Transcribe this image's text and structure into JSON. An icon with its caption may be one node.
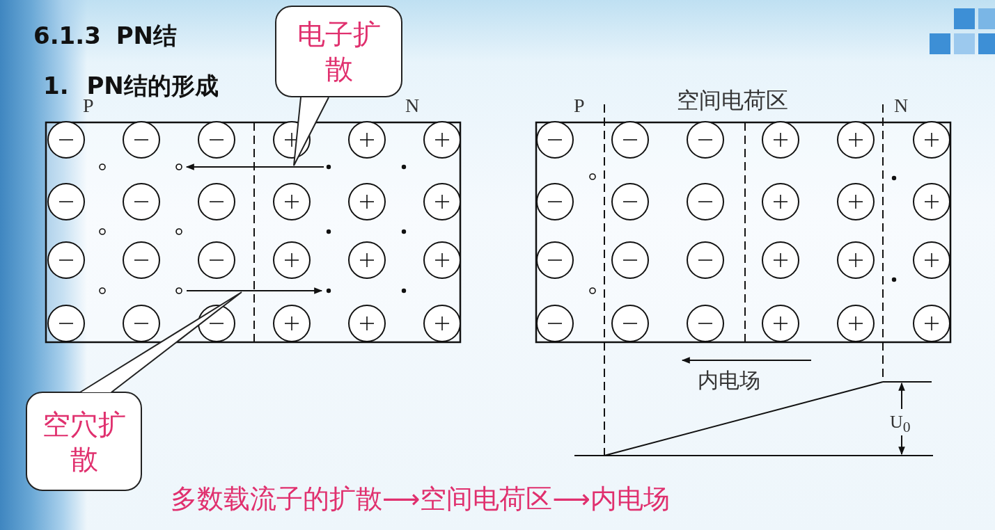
{
  "diagram": {
    "title": "6.1.3 PN结",
    "nodes": [
      {
        "text": [
          "电子扩散"
        ]
      },
      {
        "text": [
          "空穴扩散"
        ]
      }
    ],
    "edges": [
      {
        "from": 0,
        "to": null,
        "arrow": "none"
      },
      {
        "from": 1,
        "to": null,
        "arrow": "none"
      }
    ],
    "labels": [
      "1. PN结的形成",
      "P",
      "N",
      "P",
      "空间电荷区",
      "N",
      "内电场",
      "U$_{0}$",
      "多数载流子的扩散⟶空间电荷区⟶内电场"
    ]
  }
}
